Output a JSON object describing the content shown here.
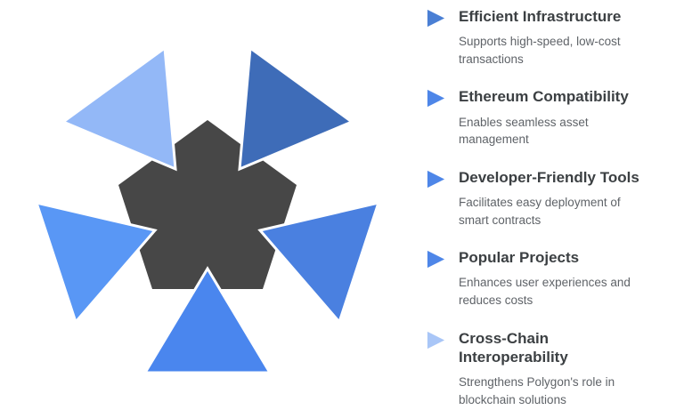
{
  "diagram": {
    "pentagon": {
      "color": "#474747"
    },
    "triangles": [
      {
        "position": "top-right",
        "color": "#3e6cb8"
      },
      {
        "position": "right",
        "color": "#4a80e0"
      },
      {
        "position": "bottom",
        "color": "#4a86ee"
      },
      {
        "position": "left",
        "color": "#5997f5"
      },
      {
        "position": "top-left",
        "color": "#93b8f7"
      }
    ]
  },
  "legend": {
    "items": [
      {
        "title": "Efficient Infrastructure",
        "description": "Supports high-speed, low-cost transactions",
        "icon": "triangle-right-icon",
        "icon_color": "#4a7fd4"
      },
      {
        "title": "Ethereum Compatibility",
        "description": "Enables seamless asset management",
        "icon": "triangle-right-icon",
        "icon_color": "#4e86e8"
      },
      {
        "title": "Developer-Friendly Tools",
        "description": "Facilitates easy deployment of smart contracts",
        "icon": "triangle-right-icon",
        "icon_color": "#4e86e8"
      },
      {
        "title": "Popular Projects",
        "description": "Enhances user experiences and reduces costs",
        "icon": "triangle-right-icon",
        "icon_color": "#4e86e8"
      },
      {
        "title": "Cross-Chain Interoperability",
        "description": "Strengthens Polygon's role in blockchain solutions",
        "icon": "triangle-right-icon",
        "icon_color": "#a9c6f7"
      }
    ]
  }
}
